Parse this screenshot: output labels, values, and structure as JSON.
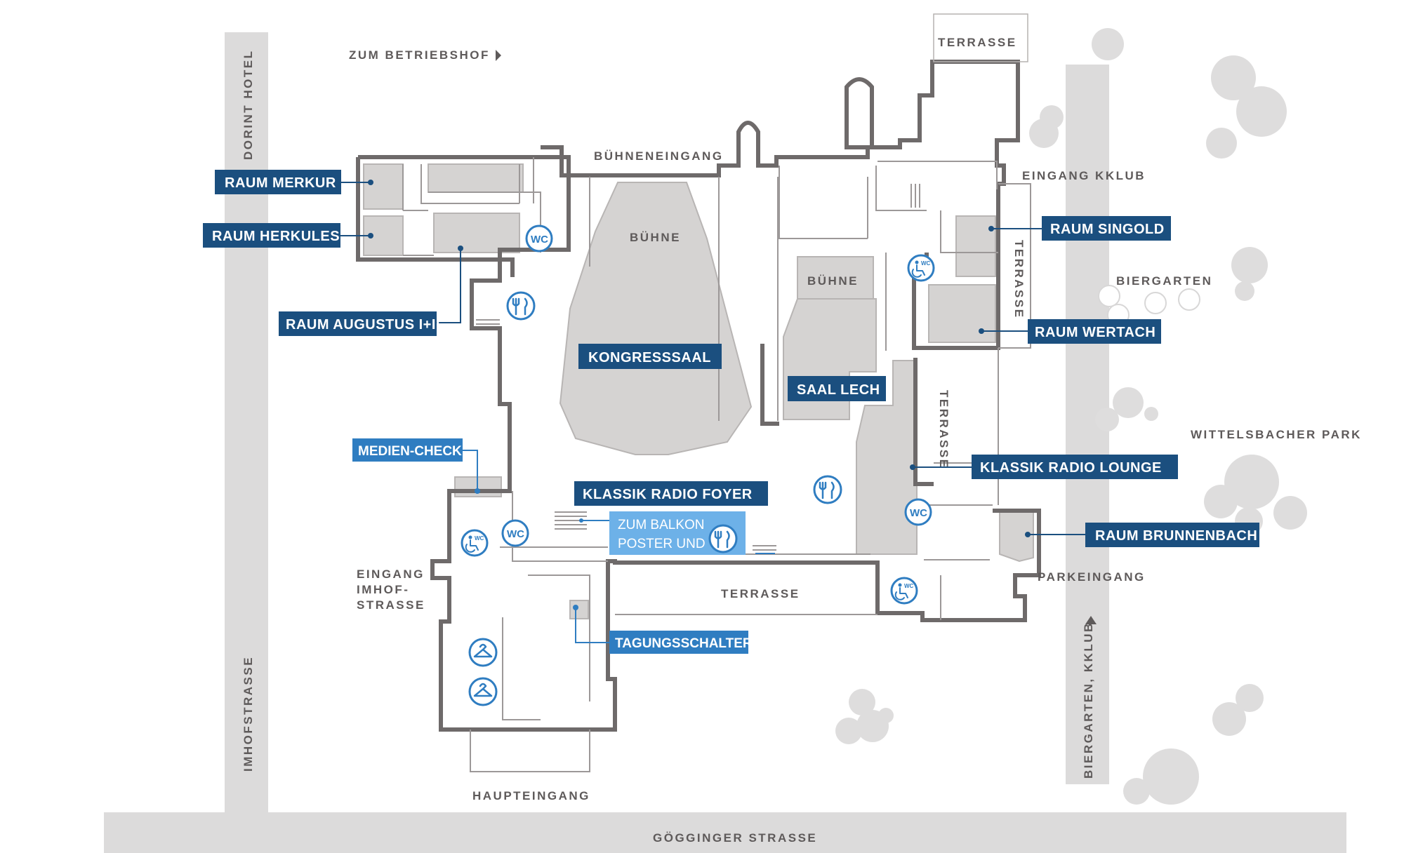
{
  "streets": {
    "zum_betriebshof": "ZUM BETRIEBSHOF",
    "dorint_hotel": "DORINT HOTEL",
    "imhofstrasse": "IMHOFSTRASSE",
    "goegginger_strasse": "GÖGGINGER STRASSE",
    "biergarten_kklub": "BIERGARTEN, KKLUB",
    "wittelsbacher_park": "WITTELSBACHER PARK",
    "biergarten": "BIERGARTEN"
  },
  "areas": {
    "terrasse_top": "TERRASSE",
    "terrasse_right": "TERRASSE",
    "terrasse_mid": "TERRASSE",
    "terrasse_bottom": "TERRASSE",
    "buehneneingang": "BÜHNENEINGANG",
    "eingang_kklub": "EINGANG KKLUB",
    "buehne_main": "BÜHNE",
    "buehne_lech": "BÜHNE",
    "eingang_imhof": [
      "EINGANG",
      "IMHOF-",
      "STRASSE"
    ],
    "parkeingang": "PARKEINGANG",
    "haupteingang": "HAUPTEINGANG"
  },
  "rooms": {
    "merkur": "RAUM MERKUR",
    "herkules": "RAUM HERKULES",
    "augustus": "RAUM AUGUSTUS I+II",
    "kongresssaal": "KONGRESSSAAL",
    "saal_lech": "SAAL LECH",
    "singold": "RAUM SINGOLD",
    "wertach": "RAUM WERTACH",
    "klassik_lounge": "KLASSIK RADIO LOUNGE",
    "klassik_foyer": "KLASSIK RADIO FOYER",
    "brunnenbach": "RAUM BRUNNENBACH"
  },
  "services": {
    "medien_check": "MEDIEN-CHECK",
    "tagungsschalter": "TAGUNGSSCHALTER",
    "balkon_line1": "ZUM BALKON",
    "balkon_line2": "POSTER UND"
  },
  "icons": {
    "wc_text": "WC",
    "accessible_wc_text": "WC",
    "types": [
      "wc-icon",
      "accessible-wc-icon",
      "restaurant-icon",
      "cloakroom-icon",
      "direction-arrow-icon"
    ]
  },
  "colors": {
    "label_dark": "#1b4f7f",
    "label_blue": "#2f7dc1",
    "label_light": "#6db1e8",
    "wall": "#6e6a6a",
    "room_fill": "#d5d3d2",
    "road": "#dcdbdb"
  }
}
